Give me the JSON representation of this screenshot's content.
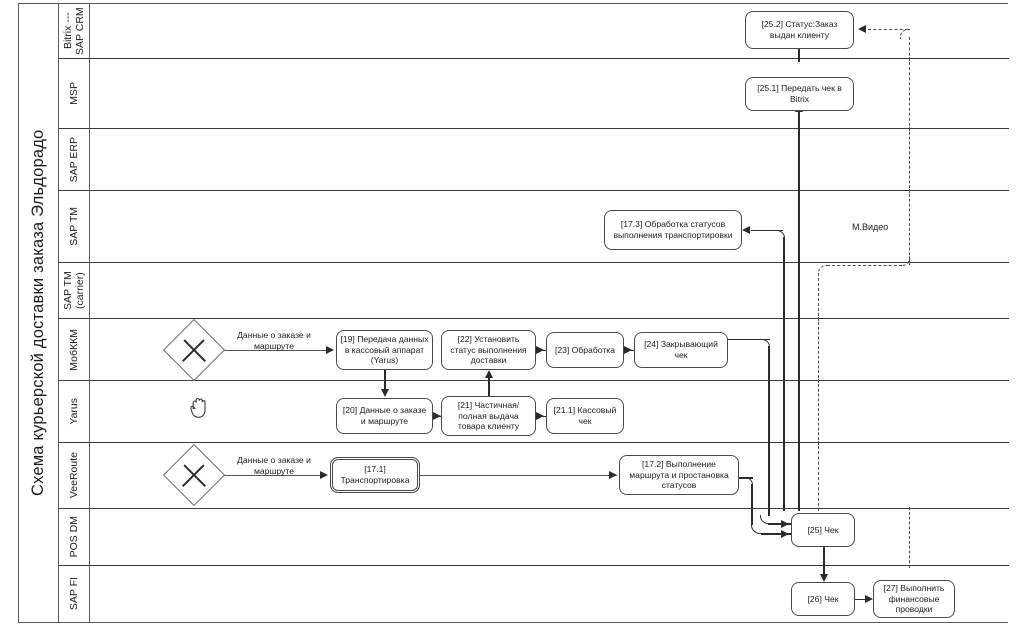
{
  "pool": {
    "title": "Схема курьерской доставки заказа Эльдорадо"
  },
  "lanes": [
    {
      "id": "bitrix",
      "label": "Bitrix\n---\nSAP CRM"
    },
    {
      "id": "msp",
      "label": "MSP"
    },
    {
      "id": "sap-erp",
      "label": "SAP ERP"
    },
    {
      "id": "sap-tm",
      "label": "SAP TM"
    },
    {
      "id": "sap-tm-carrier",
      "label": "SAP TM (carrier)"
    },
    {
      "id": "mobkkm",
      "label": "МобККМ"
    },
    {
      "id": "yarus",
      "label": "Yarus"
    },
    {
      "id": "veeroute",
      "label": "VeeRoute"
    },
    {
      "id": "pos-dm",
      "label": "POS DM"
    },
    {
      "id": "sap-fi",
      "label": "SAP FI"
    }
  ],
  "tasks": {
    "t25_2": "[25.2] Статус:Заказ выдан клиенту",
    "t25_1": "[25.1] Передать чек в Bitrix",
    "t17_3": "[17.3] Обработка статусов выполнения транспортировки",
    "t19": "[19] Передача данных в кассовый аппарат (Yarus)",
    "t22": "[22] Установить статус выполнения доставки",
    "t23": "[23] Обработка",
    "t24": "[24] Закрывающий чек",
    "t20": "[20] Данные о заказе и маршруте",
    "t21": "[21] Частичная/полная выдача товара клиенту",
    "t21_1": "[21.1] Кассовый чек",
    "t17_1": "[17.1] Транспортировка",
    "t17_2": "[17.2] Выполнение маршрута и простановка статусов",
    "t25": "[25] Чек",
    "t26": "[26] Чек",
    "t27": "[27] Выполнить финансовые проводки"
  },
  "flow_labels": {
    "mobkkm_data": "Данные о заказе и маршруте",
    "veeroute_data": "Данные о заказе и маршруте"
  },
  "annotations": {
    "mvideo": "М.Видео"
  },
  "gateways": {
    "mobkkm_gateway": "parallel-gateway",
    "veeroute_gateway": "parallel-gateway"
  },
  "cursor": {
    "icon": "grab-hand-cursor"
  },
  "colors": {
    "pool_border": "#5a5a5a",
    "lane_border": "#3b3b3b",
    "shape_border": "#4a4a4a",
    "connector": "#2b2b2b",
    "text": "#1c1c1c",
    "background": "#ffffff"
  }
}
